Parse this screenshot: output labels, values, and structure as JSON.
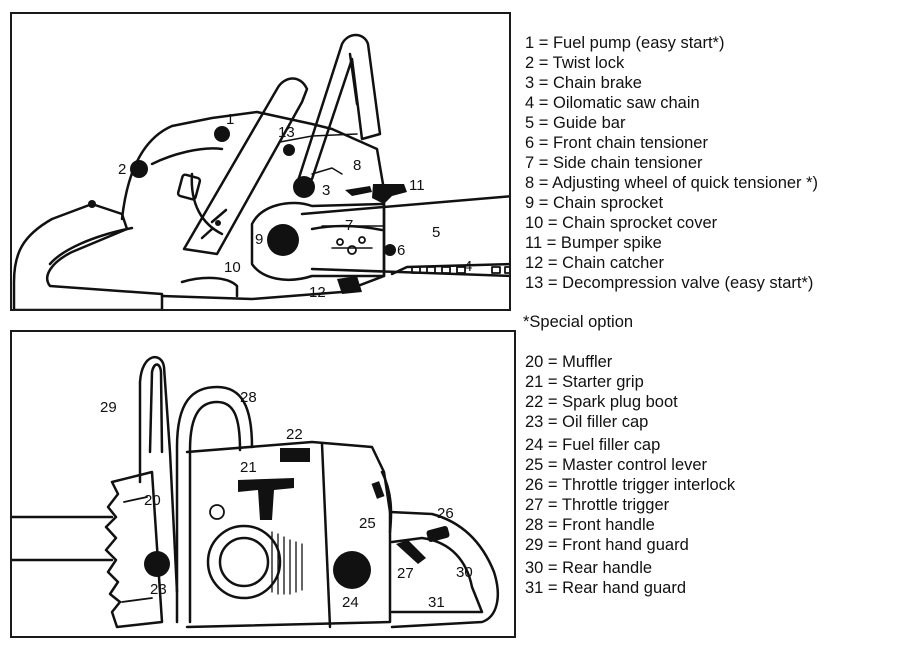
{
  "diagrams": {
    "top_callouts": [
      {
        "id": "top-callout-1",
        "text": "1"
      },
      {
        "id": "top-callout-2",
        "text": "2"
      },
      {
        "id": "top-callout-3",
        "text": "3"
      },
      {
        "id": "top-callout-4",
        "text": "4"
      },
      {
        "id": "top-callout-5",
        "text": "5"
      },
      {
        "id": "top-callout-6",
        "text": "6"
      },
      {
        "id": "top-callout-7",
        "text": "7"
      },
      {
        "id": "top-callout-8",
        "text": "8"
      },
      {
        "id": "top-callout-9",
        "text": "9"
      },
      {
        "id": "top-callout-10",
        "text": "10"
      },
      {
        "id": "top-callout-11",
        "text": "11"
      },
      {
        "id": "top-callout-12",
        "text": "12"
      },
      {
        "id": "top-callout-13",
        "text": "13"
      }
    ],
    "bottom_callouts": [
      {
        "id": "bottom-callout-20",
        "text": "20"
      },
      {
        "id": "bottom-callout-21",
        "text": "21"
      },
      {
        "id": "bottom-callout-22",
        "text": "22"
      },
      {
        "id": "bottom-callout-23",
        "text": "23"
      },
      {
        "id": "bottom-callout-24",
        "text": "24"
      },
      {
        "id": "bottom-callout-25",
        "text": "25"
      },
      {
        "id": "bottom-callout-26",
        "text": "26"
      },
      {
        "id": "bottom-callout-27",
        "text": "27"
      },
      {
        "id": "bottom-callout-28",
        "text": "28"
      },
      {
        "id": "bottom-callout-29",
        "text": "29"
      },
      {
        "id": "bottom-callout-30",
        "text": "30"
      },
      {
        "id": "bottom-callout-31",
        "text": "31"
      }
    ]
  },
  "legend_top": [
    "1 = Fuel pump (easy start*)",
    "2 = Twist lock",
    "3 = Chain brake",
    "4 = Oilomatic saw chain",
    "5 = Guide bar",
    "6 = Front chain tensioner",
    "7 = Side chain tensioner",
    "8 = Adjusting wheel of quick tensioner *)",
    "9 = Chain sprocket",
    "10 = Chain sprocket cover",
    "11 = Bumper spike",
    "12 = Chain catcher",
    "13 = Decompression valve (easy start*)"
  ],
  "special_option": "*Special option",
  "legend_bottom": [
    "20 = Muffler",
    "21 = Starter grip",
    "22 = Spark plug boot",
    "23 = Oil filler cap",
    "24 = Fuel filler cap",
    "25 = Master control lever",
    "26 = Throttle trigger interlock",
    "27 = Throttle trigger",
    "28 = Front handle",
    "29 = Front hand guard",
    "30 = Rear handle",
    "31 = Rear hand guard"
  ]
}
